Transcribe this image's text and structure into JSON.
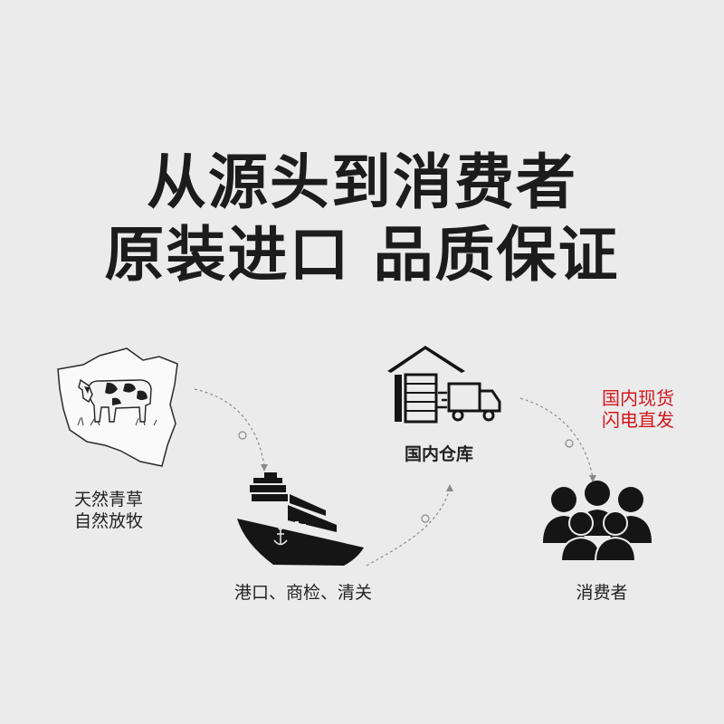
{
  "headline": {
    "line1": "从源头到消费者",
    "line2": "原装进口 品质保证"
  },
  "steps": [
    {
      "icon": "poland-map-cow-icon",
      "line1": "天然青草",
      "line2": "自然放牧"
    },
    {
      "icon": "ship-icon",
      "text": "港口、商检、清关"
    },
    {
      "icon": "warehouse-truck-icon",
      "text": "国内仓库"
    },
    {
      "icon": "people-group-icon",
      "text": "消费者"
    }
  ],
  "badge": {
    "line1": "国内现货",
    "line2": "闪电直发",
    "color": "#d4161c"
  },
  "colors": {
    "background": "#ebebeb",
    "text": "#1c1c1c"
  }
}
